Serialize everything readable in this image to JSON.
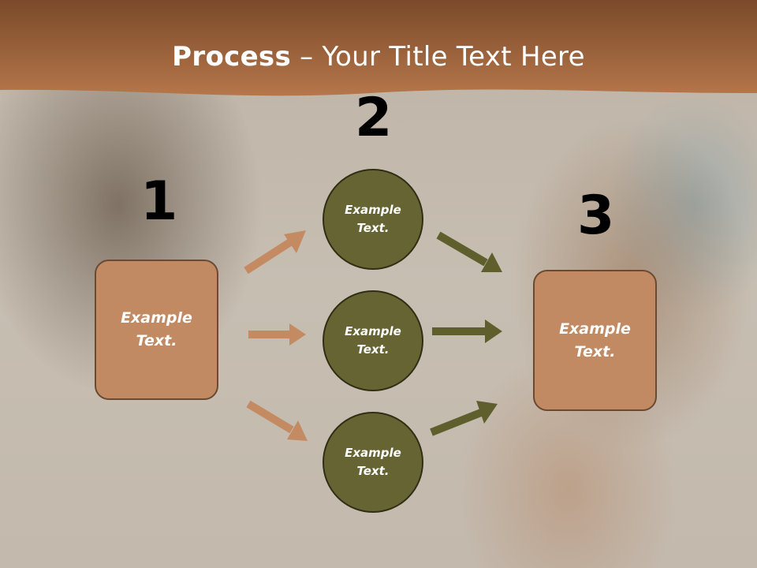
{
  "slide": {
    "title_bold": "Process",
    "title_rest": " – Your Title Text Here"
  },
  "steps": {
    "step1_number": "1",
    "step2_number": "2",
    "step3_number": "3"
  },
  "nodes": {
    "left_box": "Example Text.",
    "circle_top": "Example Text.",
    "circle_middle": "Example Text.",
    "circle_bottom": "Example Text.",
    "right_box": "Example Text."
  },
  "colors": {
    "header": "#a8693e",
    "box_fill": "#c18a62",
    "circle_fill": "#656432",
    "left_arrow": "#c48a62",
    "right_arrow": "#5e5f2c"
  }
}
